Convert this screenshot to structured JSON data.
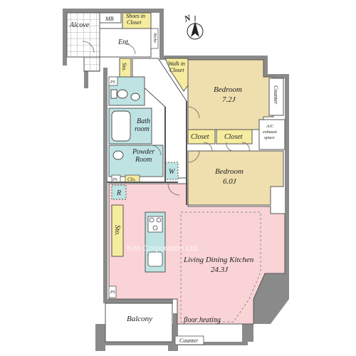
{
  "compass": {
    "north_label": "N",
    "icon": "north-arrow-icon"
  },
  "watermark": "Ken Corporation Ltd.",
  "colors": {
    "wall": "#8a8a8a",
    "bedroom": "#f0dfae",
    "storage": "#f6eca0",
    "wet": "#bfe3e3",
    "ldk": "#f9d3d6",
    "floor": "#ffffff",
    "tile": "#ffffff"
  },
  "rooms": {
    "alcove": "Alcove",
    "mb": "MB",
    "shoes_closet": "Shoes in\nCloset",
    "entrance": "Ent.",
    "niche": "Niche",
    "storage_top": "Sto.",
    "walk_in_closet": "Walk in\nCloset",
    "ps": "PS",
    "bedroom1": {
      "name": "Bedroom",
      "size": "7.2J"
    },
    "counter_right": "Counter",
    "bathroom": "Bath\nroom",
    "closet_a": "Closet",
    "closet_b": "Closet",
    "ac_space": "A/C\nexhaust\nspace",
    "powder_room": "Powder\nRoom",
    "washer": "W",
    "clo": "Clo.",
    "ps2": "PS",
    "bedroom2": {
      "name": "Bedroom",
      "size": "6.0J"
    },
    "refrigerator": "R",
    "storage_left": "Sto.",
    "ldk": {
      "name": "Living Dining Kitchen",
      "size": "24.3J"
    },
    "ps3": "PS",
    "floor_heating": "floor heating",
    "balcony": "Balcony",
    "counter_bottom": "Counter"
  }
}
